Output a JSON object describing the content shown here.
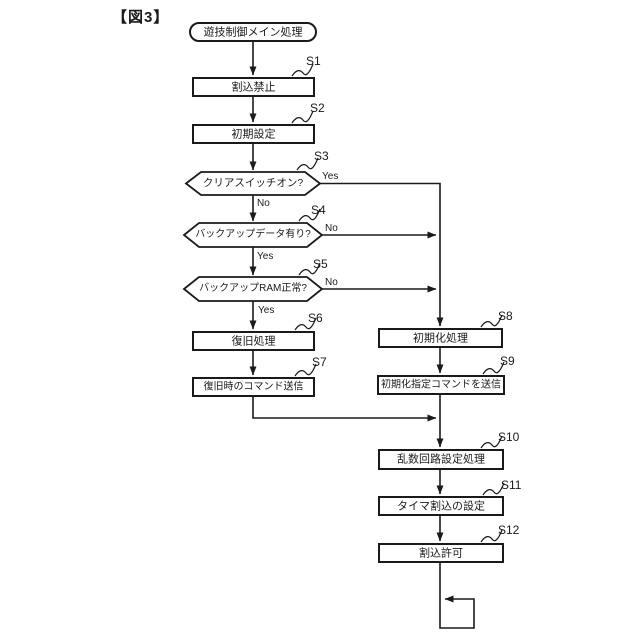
{
  "figure": {
    "label": "【図3】"
  },
  "colors": {
    "ink": "#1a1a1a",
    "background": "#ffffff"
  },
  "flowchart": {
    "title": "遊技制御メイン処理",
    "nodes": [
      {
        "id": "START",
        "type": "terminal",
        "label": "遊技制御メイン処理"
      },
      {
        "id": "S1",
        "type": "process",
        "label": "割込禁止"
      },
      {
        "id": "S2",
        "type": "process",
        "label": "初期設定"
      },
      {
        "id": "S3",
        "type": "decision",
        "label": "クリアスイッチオン?",
        "yes_label": "Yes",
        "no_label": "No"
      },
      {
        "id": "S4",
        "type": "decision",
        "label": "バックアップデータ有り?",
        "yes_label": "Yes",
        "no_label": "No"
      },
      {
        "id": "S5",
        "type": "decision",
        "label": "バックアップRAM正常?",
        "yes_label": "Yes",
        "no_label": "No"
      },
      {
        "id": "S6",
        "type": "process",
        "label": "復旧処理"
      },
      {
        "id": "S7",
        "type": "process",
        "label": "復旧時のコマンド送信"
      },
      {
        "id": "S8",
        "type": "process",
        "label": "初期化処理"
      },
      {
        "id": "S9",
        "type": "process",
        "label": "初期化指定コマンドを送信"
      },
      {
        "id": "S10",
        "type": "process",
        "label": "乱数回路設定処理"
      },
      {
        "id": "S11",
        "type": "process",
        "label": "タイマ割込の設定"
      },
      {
        "id": "S12",
        "type": "process",
        "label": "割込許可"
      }
    ]
  }
}
